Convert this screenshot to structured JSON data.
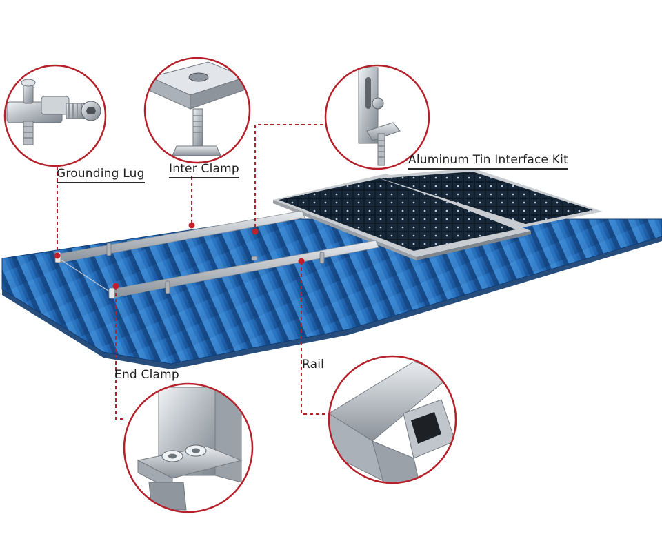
{
  "labels": {
    "grounding_lug": "Grounding Lug",
    "inter_clamp": "Inter Clamp",
    "aluminum_kit": "Aluminum Tin Interface Kit",
    "end_clamp": "End Clamp",
    "rail": "Rail"
  },
  "colors": {
    "roof": "#1f5fa8",
    "roof_light": "#3a8fd9",
    "roof_dark": "#123f7a",
    "panel": "#0d1620",
    "panel_frame": "#c9cdd2",
    "rail": "#d2d6da",
    "callout_ring": "#b5202a",
    "leader_line": "#b5202a",
    "aluminum": "#c4c9ce"
  },
  "icons": [
    "grounding-lug-photo",
    "inter-clamp-photo",
    "aluminum-kit-photo",
    "end-clamp-photo",
    "rail-photo"
  ]
}
